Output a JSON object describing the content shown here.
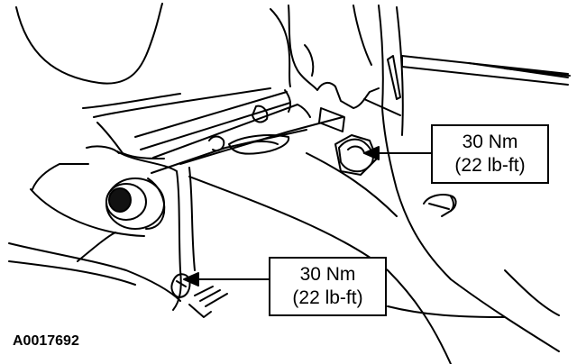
{
  "figure_id": "A0017692",
  "callouts": [
    {
      "torque_nm": "30 Nm",
      "torque_lbft": "(22 lb-ft)"
    },
    {
      "torque_nm": "30 Nm",
      "torque_lbft": "(22 lb-ft)"
    }
  ],
  "colors": {
    "line": "#000000",
    "background": "#ffffff"
  }
}
